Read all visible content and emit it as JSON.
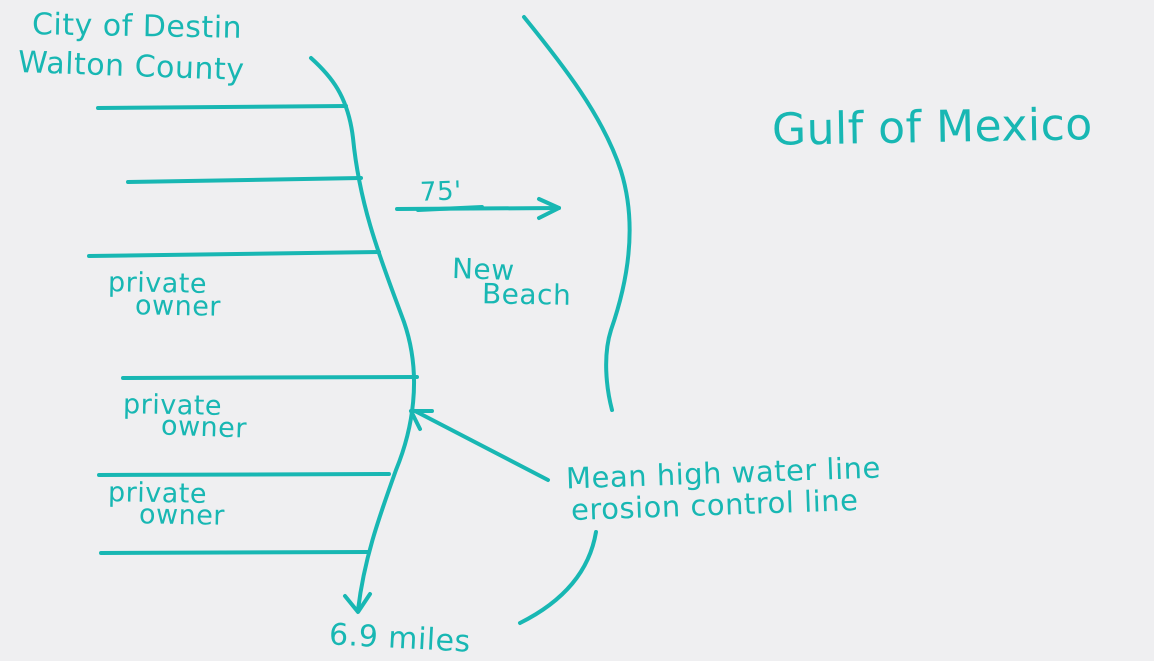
{
  "labels": {
    "city": "City of Destin",
    "county": "Walton County",
    "gulf": "Gulf of Mexico",
    "distance": "75'",
    "new_beach_line1": "New",
    "new_beach_line2": "Beach",
    "owner1_line1": "private",
    "owner1_line2": "owner",
    "owner2_line1": "private",
    "owner2_line2": "owner",
    "owner3_line1": "private",
    "owner3_line2": "owner",
    "mean_high_water_line": "Mean high water line",
    "erosion_control_line": "erosion control line",
    "miles": "6.9 miles"
  },
  "colors": {
    "ink": "#18b7b3",
    "paper": "#efeff1"
  }
}
